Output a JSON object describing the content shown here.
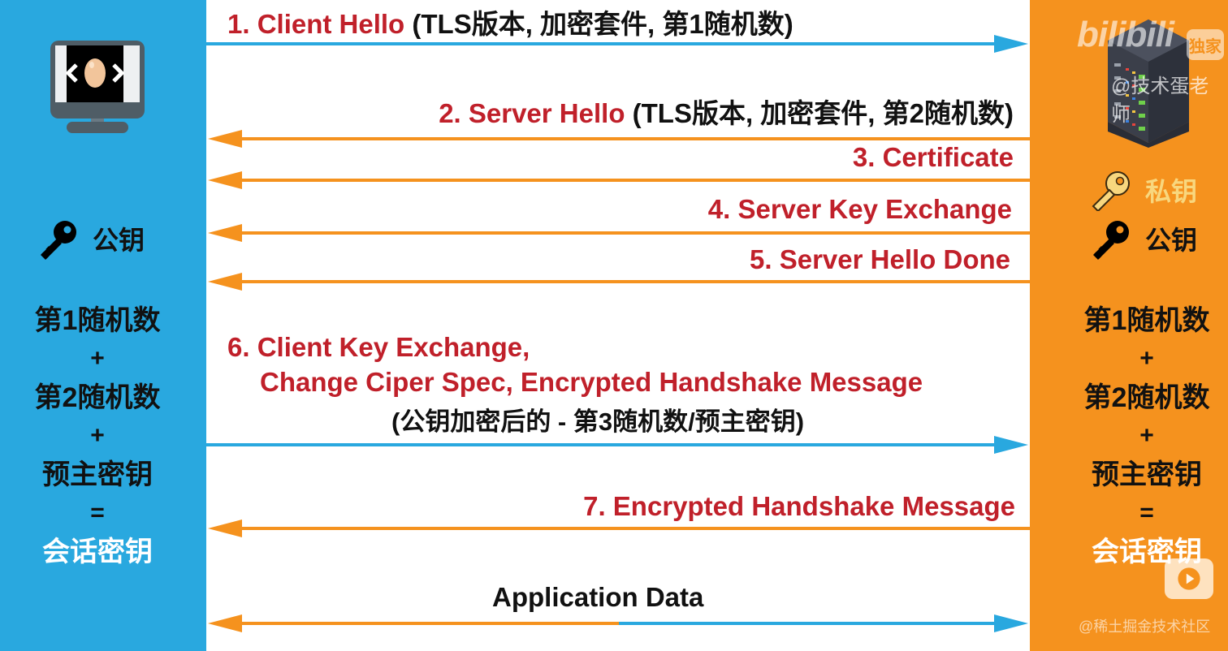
{
  "client": {
    "icon": "computer-egg-icon",
    "color": "#29a8df",
    "key_label": "公钥",
    "formula": [
      "第1随机数",
      "+",
      "第2随机数",
      "+",
      "预主密钥",
      "=",
      "会话密钥"
    ]
  },
  "server": {
    "icon": "server-rack-icon",
    "color": "#f5921e",
    "private_key_label": "私钥",
    "public_key_label": "公钥",
    "formula": [
      "第1随机数",
      "+",
      "第2随机数",
      "+",
      "预主密钥",
      "=",
      "会话密钥"
    ]
  },
  "messages": [
    {
      "step": "1. Client Hello",
      "detail": "(TLS版本, 加密套件, 第1随机数)",
      "direction": "client-to-server",
      "color": "#29a8df"
    },
    {
      "step": "2. Server Hello",
      "detail": "(TLS版本, 加密套件, 第2随机数)",
      "direction": "server-to-client",
      "color": "#f5921e"
    },
    {
      "step": "3. Certificate",
      "direction": "server-to-client",
      "color": "#f5921e"
    },
    {
      "step": "4. Server Key Exchange",
      "direction": "server-to-client",
      "color": "#f5921e"
    },
    {
      "step": "5. Server Hello Done",
      "direction": "server-to-client",
      "color": "#f5921e"
    },
    {
      "step": "6. Client Key Exchange,",
      "step_line2": "Change Ciper Spec,  Encrypted Handshake Message",
      "detail": "(公钥加密后的 - 第3随机数/预主密钥)",
      "direction": "client-to-server",
      "color": "#29a8df"
    },
    {
      "step": "7. Encrypted Handshake Message",
      "direction": "server-to-client",
      "color": "#f5921e"
    },
    {
      "step": "Application Data",
      "direction": "bidirectional",
      "color_left": "#f5921e",
      "color_right": "#29a8df"
    }
  ],
  "colors": {
    "step_text": "#c0202a",
    "detail_text": "#111111",
    "client_arrow": "#29a8df",
    "server_arrow": "#f5921e"
  },
  "watermark": {
    "brand": "bilibili",
    "badge": "独家",
    "author": "@技术蛋老师",
    "community": "@稀土掘金技术社区"
  }
}
